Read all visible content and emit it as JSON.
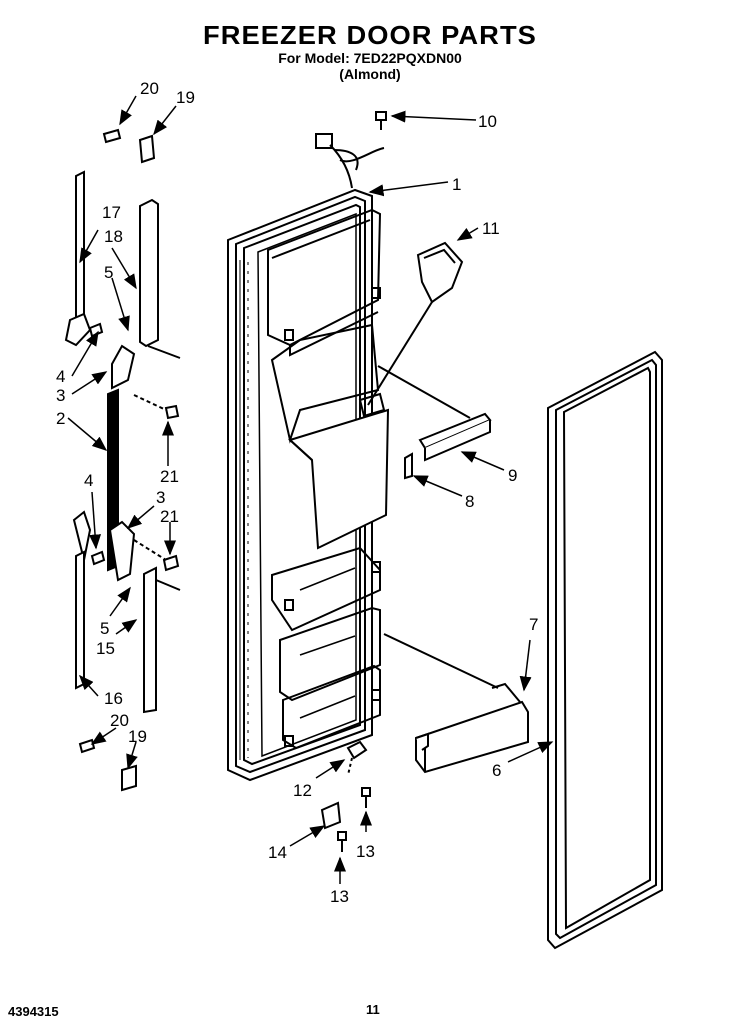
{
  "title": "FREEZER DOOR PARTS",
  "model_line": "For Model: 7ED22PQXDN00",
  "color_line": "(Almond)",
  "footer": {
    "doc_number": "4394315",
    "page_number": "11"
  },
  "callouts": {
    "c1": "1",
    "c2": "2",
    "c3a": "3",
    "c3b": "3",
    "c4a": "4",
    "c4b": "4",
    "c5a": "5",
    "c5b": "5",
    "c6": "6",
    "c7": "7",
    "c8": "8",
    "c9": "9",
    "c10": "10",
    "c11": "11",
    "c12": "12",
    "c13a": "13",
    "c13b": "13",
    "c14": "14",
    "c15": "15",
    "c16": "16",
    "c17": "17",
    "c18": "18",
    "c19a": "19",
    "c19b": "19",
    "c20a": "20",
    "c20b": "20",
    "c21a": "21",
    "c21b": "21"
  }
}
